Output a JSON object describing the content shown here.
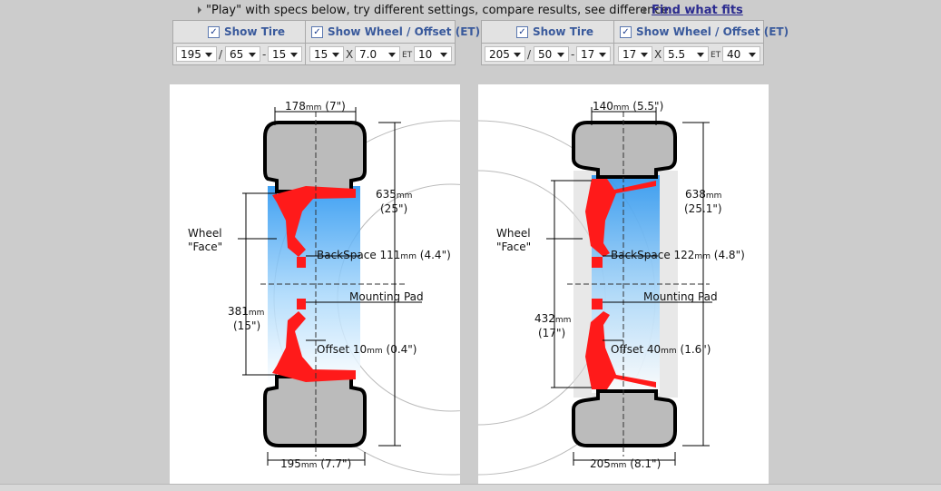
{
  "header": {
    "play_text": "\"Play\" with specs below, try different settings, compare results, see difference...",
    "find_link": "Find what fits"
  },
  "left": {
    "show_tire": "Show Tire",
    "show_wheel": "Show Wheel / Offset (ET)",
    "tire_width": "195",
    "tire_aspect": "65",
    "tire_rim": "15",
    "wheel_dia": "15",
    "wheel_width": "7.0",
    "et": "10",
    "labels": {
      "top_mm": "178",
      "top_in": "(7\")",
      "dia_mm": "635",
      "dia_in": "(25\")",
      "face_1": "Wheel",
      "face_2": "\"Face\"",
      "rim_mm": "381",
      "rim_in": "(15\")",
      "backspace": "BackSpace 111",
      "backspace_in": "(4.4\")",
      "mounting": "Mounting Pad",
      "offset": "Offset 10",
      "offset_in": "(0.4\")",
      "bottom_mm": "195",
      "bottom_in": "(7.7\")",
      "mm": "mm"
    }
  },
  "right": {
    "show_tire": "Show Tire",
    "show_wheel": "Show Wheel / Offset (ET)",
    "tire_width": "205",
    "tire_aspect": "50",
    "tire_rim": "17",
    "wheel_dia": "17",
    "wheel_width": "5.5",
    "et": "40",
    "labels": {
      "top_mm": "140",
      "top_in": "(5.5\")",
      "dia_mm": "638",
      "dia_in": "(25.1\")",
      "face_1": "Wheel",
      "face_2": "\"Face\"",
      "rim_mm": "432",
      "rim_in": "(17\")",
      "backspace": "BackSpace 122",
      "backspace_in": "(4.8\")",
      "mounting": "Mounting Pad",
      "offset": "Offset 40",
      "offset_in": "(1.6\")",
      "bottom_mm": "205",
      "bottom_in": "(8.1\")",
      "mm": "mm"
    }
  },
  "ui": {
    "x_sep": "X",
    "slash": "/",
    "dash": "-",
    "et_label": "ET",
    "check": "✓"
  },
  "colors": {
    "spoke": "#ff1a1a",
    "tire": "#bbbbbb",
    "rim_blue": "#3fa9f5",
    "link": "#2b2b8f"
  }
}
